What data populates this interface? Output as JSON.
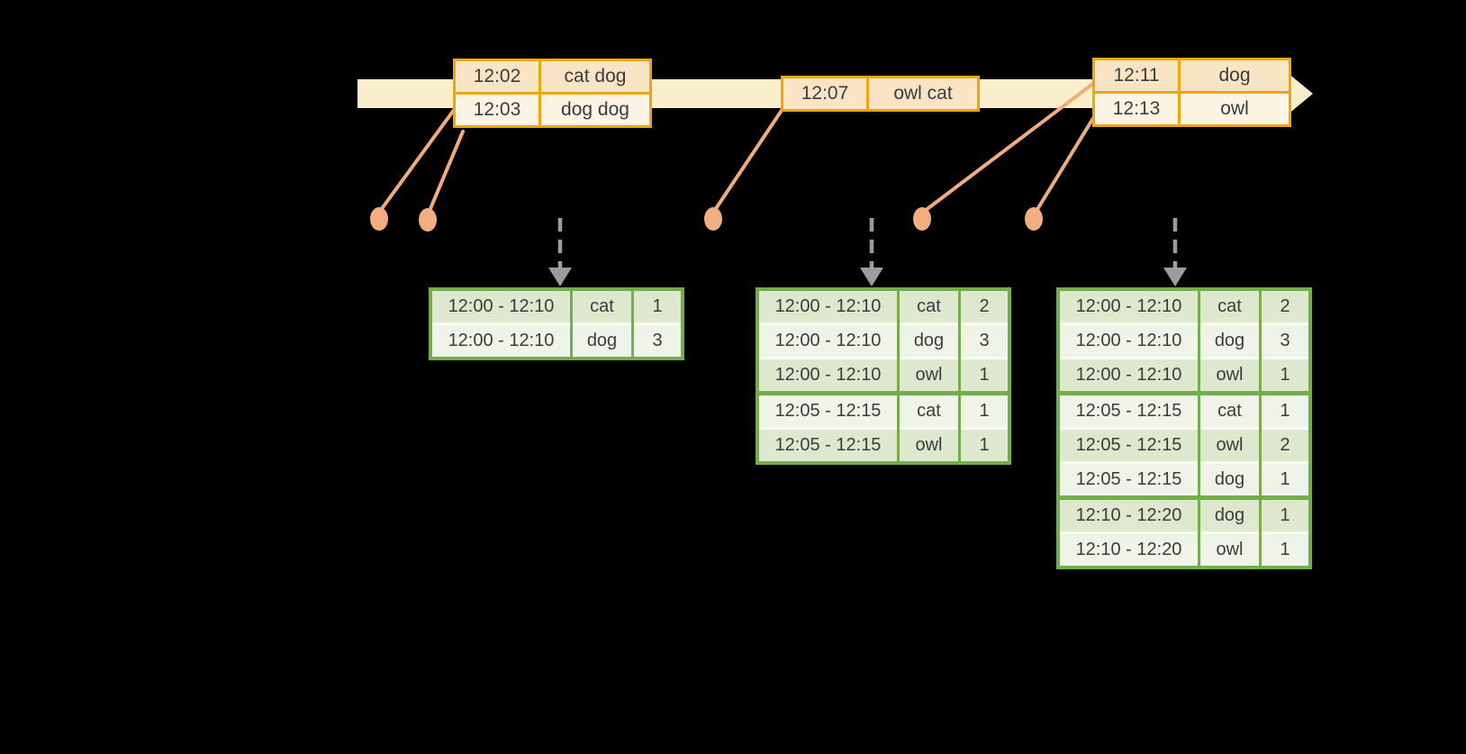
{
  "palette": {
    "background": "#000000",
    "timeline_fill": "#fbeeca",
    "event_border": "#f0a50a",
    "event_row_dark": "#fae4c6",
    "event_row_light": "#fdf4e4",
    "connector": "#efac7d",
    "dot_fill": "#f1ae80",
    "arrow_gray": "#9c9c9c",
    "result_border": "#74ad4b",
    "result_sep": "#fafcf4",
    "result_row_dark": "#dde8cf",
    "result_row_light": "#eff3e8",
    "text": "#3c3c3c"
  },
  "event_tables": [
    {
      "rows": [
        {
          "time": "12:02",
          "words": "cat dog"
        },
        {
          "time": "12:03",
          "words": "dog dog"
        }
      ]
    },
    {
      "rows": [
        {
          "time": "12:07",
          "words": "owl cat"
        }
      ]
    },
    {
      "rows": [
        {
          "time": "12:11",
          "words": "dog"
        },
        {
          "time": "12:13",
          "words": "owl"
        }
      ]
    }
  ],
  "result_tables": [
    {
      "rows": [
        {
          "window": "12:00 - 12:10",
          "word": "cat",
          "count": "1"
        },
        {
          "window": "12:00 - 12:10",
          "word": "dog",
          "count": "3"
        }
      ]
    },
    {
      "rows": [
        {
          "window": "12:00 - 12:10",
          "word": "cat",
          "count": "2"
        },
        {
          "window": "12:00 - 12:10",
          "word": "dog",
          "count": "3"
        },
        {
          "window": "12:00 - 12:10",
          "word": "owl",
          "count": "1"
        },
        {
          "window": "12:05 - 12:15",
          "word": "cat",
          "count": "1"
        },
        {
          "window": "12:05 - 12:15",
          "word": "owl",
          "count": "1"
        }
      ]
    },
    {
      "rows": [
        {
          "window": "12:00 - 12:10",
          "word": "cat",
          "count": "2"
        },
        {
          "window": "12:00 - 12:10",
          "word": "dog",
          "count": "3"
        },
        {
          "window": "12:00 - 12:10",
          "word": "owl",
          "count": "1"
        },
        {
          "window": "12:05 - 12:15",
          "word": "cat",
          "count": "1"
        },
        {
          "window": "12:05 - 12:15",
          "word": "owl",
          "count": "2"
        },
        {
          "window": "12:05 - 12:15",
          "word": "dog",
          "count": "1"
        },
        {
          "window": "12:10 - 12:20",
          "word": "dog",
          "count": "1"
        },
        {
          "window": "12:10 - 12:20",
          "word": "owl",
          "count": "1"
        }
      ]
    }
  ]
}
